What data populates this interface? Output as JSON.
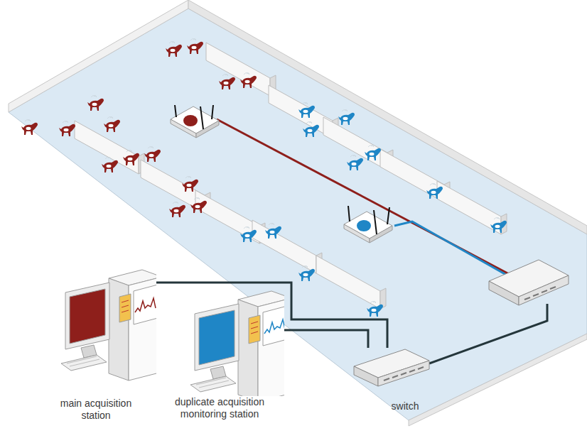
{
  "diagram": {
    "nodes": [
      {
        "text": [
          "main acquisition station"
        ]
      },
      {
        "text": [
          "duplicate acquisition monitoring station"
        ]
      },
      {
        "text": [
          "switch"
        ]
      }
    ],
    "edges": [
      {
        "from": 0,
        "to": 2,
        "arrow": "none"
      },
      {
        "from": 1,
        "to": 2,
        "arrow": "none"
      }
    ]
  }
}
